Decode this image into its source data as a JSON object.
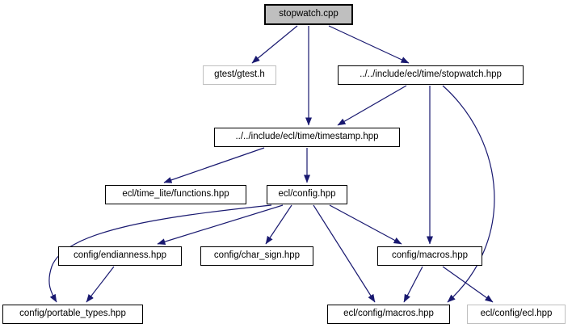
{
  "diagram": {
    "type": "include-dependency-graph",
    "colors": {
      "background": "#ffffff",
      "edge": "#191970",
      "node_border": "#000000",
      "node_fill": "#ffffff",
      "root_fill": "#bfbfbf",
      "root_border": "#000000",
      "external_border": "#c0c0c0",
      "text": "#000000"
    }
  },
  "nodes": [
    {
      "id": "stopwatch-cpp",
      "label": "stopwatch.cpp",
      "type": "root"
    },
    {
      "id": "gtest-h",
      "label": "gtest/gtest.h",
      "type": "external"
    },
    {
      "id": "stopwatch-hpp",
      "label": "../../include/ecl/time/stopwatch.hpp",
      "type": "internal"
    },
    {
      "id": "timestamp-hpp",
      "label": "../../include/ecl/time/timestamp.hpp",
      "type": "internal"
    },
    {
      "id": "functions-hpp",
      "label": "ecl/time_lite/functions.hpp",
      "type": "internal"
    },
    {
      "id": "config-hpp",
      "label": "ecl/config.hpp",
      "type": "internal"
    },
    {
      "id": "endianness-hpp",
      "label": "config/endianness.hpp",
      "type": "internal"
    },
    {
      "id": "char-sign-hpp",
      "label": "config/char_sign.hpp",
      "type": "internal"
    },
    {
      "id": "config-macros-hpp",
      "label": "config/macros.hpp",
      "type": "internal"
    },
    {
      "id": "portable-types-hpp",
      "label": "config/portable_types.hpp",
      "type": "internal"
    },
    {
      "id": "ecl-config-macros-hpp",
      "label": "ecl/config/macros.hpp",
      "type": "internal"
    },
    {
      "id": "ecl-config-ecl-hpp",
      "label": "ecl/config/ecl.hpp",
      "type": "external"
    }
  ],
  "edges": [
    {
      "from": "stopwatch-cpp",
      "to": "gtest-h"
    },
    {
      "from": "stopwatch-cpp",
      "to": "timestamp-hpp"
    },
    {
      "from": "stopwatch-cpp",
      "to": "stopwatch-hpp"
    },
    {
      "from": "stopwatch-hpp",
      "to": "timestamp-hpp"
    },
    {
      "from": "stopwatch-hpp",
      "to": "config-macros-hpp"
    },
    {
      "from": "stopwatch-hpp",
      "to": "ecl-config-macros-hpp"
    },
    {
      "from": "timestamp-hpp",
      "to": "functions-hpp"
    },
    {
      "from": "timestamp-hpp",
      "to": "config-hpp"
    },
    {
      "from": "config-hpp",
      "to": "endianness-hpp"
    },
    {
      "from": "config-hpp",
      "to": "char-sign-hpp"
    },
    {
      "from": "config-hpp",
      "to": "config-macros-hpp"
    },
    {
      "from": "config-hpp",
      "to": "portable-types-hpp"
    },
    {
      "from": "config-hpp",
      "to": "ecl-config-macros-hpp"
    },
    {
      "from": "endianness-hpp",
      "to": "portable-types-hpp"
    },
    {
      "from": "config-macros-hpp",
      "to": "ecl-config-macros-hpp"
    },
    {
      "from": "config-macros-hpp",
      "to": "ecl-config-ecl-hpp"
    }
  ]
}
